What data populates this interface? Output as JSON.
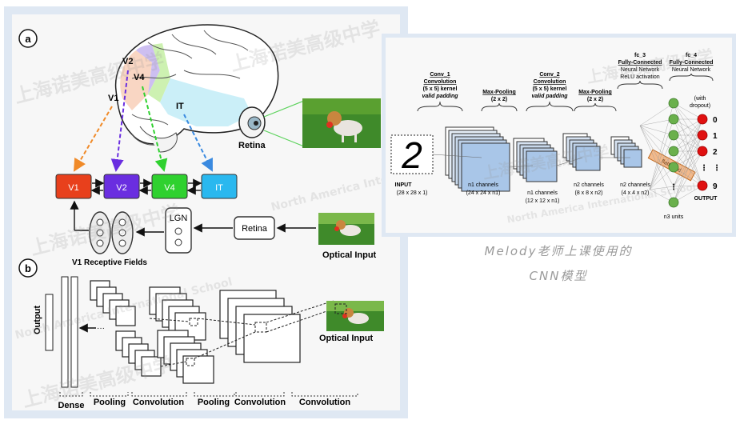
{
  "figure_a": {
    "label": "a",
    "regions": [
      "V1",
      "V2",
      "V4",
      "IT"
    ],
    "boxes": [
      "V1",
      "V2",
      "V4",
      "IT"
    ],
    "retina_label": "Retina",
    "retina_box": "Retina",
    "lgn": "LGN",
    "receptive_fields": "V1 Receptive Fields",
    "optical_input": "Optical Input"
  },
  "figure_b": {
    "label": "b",
    "output": "Output",
    "dense": "Dense",
    "pooling_1": "Pooling",
    "convolution_1": "Convolution",
    "pooling_2": "Pooling",
    "convolution_2": "Convolution",
    "convolution_3": "Convolution",
    "optical_input": "Optical Input"
  },
  "cnn": {
    "conv1_title": "Conv_1",
    "conv1_line2": "Convolution",
    "conv1_line3": "(5 x 5) kernel",
    "conv1_line4": "valid padding",
    "pool1_title": "Max-Pooling",
    "pool1_line2": "(2 x 2)",
    "conv2_title": "Conv_2",
    "conv2_line2": "Convolution",
    "conv2_line3": "(5 x 5) kernel",
    "conv2_line4": "valid padding",
    "pool2_title": "Max-Pooling",
    "pool2_line2": "(2 x 2)",
    "fc3_title": "fc_3",
    "fc3_line2": "Fully-Connected",
    "fc3_line3": "Neural Network",
    "fc3_line4": "ReLU activation",
    "fc4_title": "fc_4",
    "fc4_line2": "Fully-Connected",
    "fc4_line3": "Neural Network",
    "dropout_1": "(with",
    "dropout_2": "dropout)",
    "input_label": "INPUT",
    "input_dims": "(28 x 28 x 1)",
    "n1_a": "n1 channels",
    "n1_a_dims": "(24 x 24 x n1)",
    "n1_b": "n1 channels",
    "n1_b_dims": "(12 x 12 x n1)",
    "n2_a": "n2 channels",
    "n2_a_dims": "(8 x 8 x n2)",
    "n2_b": "n2 channels",
    "n2_b_dims": "(4 x 4 x n2)",
    "flattened": "flattened",
    "n3_units": "n3 units",
    "output": "OUTPUT",
    "digits": [
      "0",
      "1",
      "2",
      "⋮",
      "9"
    ],
    "input_digit": "2"
  },
  "caption": {
    "line1": "Melody老师上课使用的",
    "line2": "CNN模型"
  },
  "watermark": {
    "cn": "上海诺美高级中学",
    "en": "North America International School"
  },
  "colors": {
    "v1": "#e8401c",
    "v2": "#6a2ee0",
    "v4": "#2fd12f",
    "it": "#2ab8ef",
    "neuron_hidden": "#6ab04c",
    "neuron_output": "#e01010",
    "panel_frame": "#dfe8f3",
    "feature_map": "#a9c6e8"
  }
}
